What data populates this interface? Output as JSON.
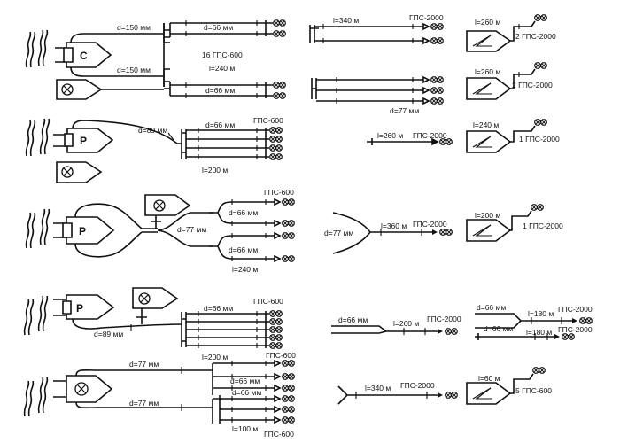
{
  "colors": {
    "ink": "#111111",
    "background": "#ffffff"
  },
  "vehicle_labels": {
    "c": "С",
    "p": "Р"
  },
  "s1": {
    "d_top": "d=150 мм",
    "d_bot": "d=150 мм",
    "d_branch_top": "d=66 мм",
    "d_branch_bot": "d=66 мм",
    "count": "16 ГПС-600",
    "length": "l=240 м"
  },
  "s2": {
    "d_main": "d=89 мм",
    "d_branch": "d=66 мм",
    "model": "ГПС-600",
    "length": "l=200 м"
  },
  "s3": {
    "model": "ГПС-600",
    "d_main": "d=77 мм",
    "d_branch_top": "d=66 мм",
    "d_branch_bot": "d=66 мм",
    "length": "l=240 м"
  },
  "s4": {
    "model": "ГПС-600",
    "d_branch": "d=66 мм",
    "d_main": "d=89 мм",
    "length": "l=200 м"
  },
  "s5": {
    "model_top": "ГПС-600",
    "d_top": "d=77 мм",
    "d_branch_top": "d=66 мм",
    "d_bot": "d=77 мм",
    "d_branch_bot": "d=66 мм",
    "length": "l=100 м",
    "model_bot": "ГПС-600"
  },
  "r1": {
    "length": "l=340 м",
    "model": "ГПС-2000"
  },
  "r2": {
    "d": "d=77 мм"
  },
  "r3": {
    "length": "l=260 м",
    "model": "ГПС-2000"
  },
  "r4": {
    "d": "d=77 мм",
    "length": "l=360 м",
    "model": "ГПС-2000"
  },
  "r5": {
    "d": "d=66 мм",
    "length": "l=260 м",
    "model": "ГПС-2000"
  },
  "r6": {
    "length": "l=340 м",
    "model": "ГПС-2000"
  },
  "g1": {
    "length": "l=260 м",
    "label": "2 ГПС-2000"
  },
  "g2": {
    "length": "l=260 м",
    "label": "2 ГПС-2000"
  },
  "g3": {
    "length": "l=240 м",
    "label": "1 ГПС-2000"
  },
  "g4": {
    "length": "l=200 м",
    "label": "1 ГПС-2000"
  },
  "g5": {
    "d_top": "d=66 мм",
    "length_top": "l=180 м",
    "model_top": "ГПС-2000",
    "d_bot": "d=66 мм",
    "length_bot": "l=180 м",
    "model_bot": "ГПС-2000"
  },
  "g6": {
    "length": "l=60 м",
    "label": "5 ГПС-600"
  }
}
